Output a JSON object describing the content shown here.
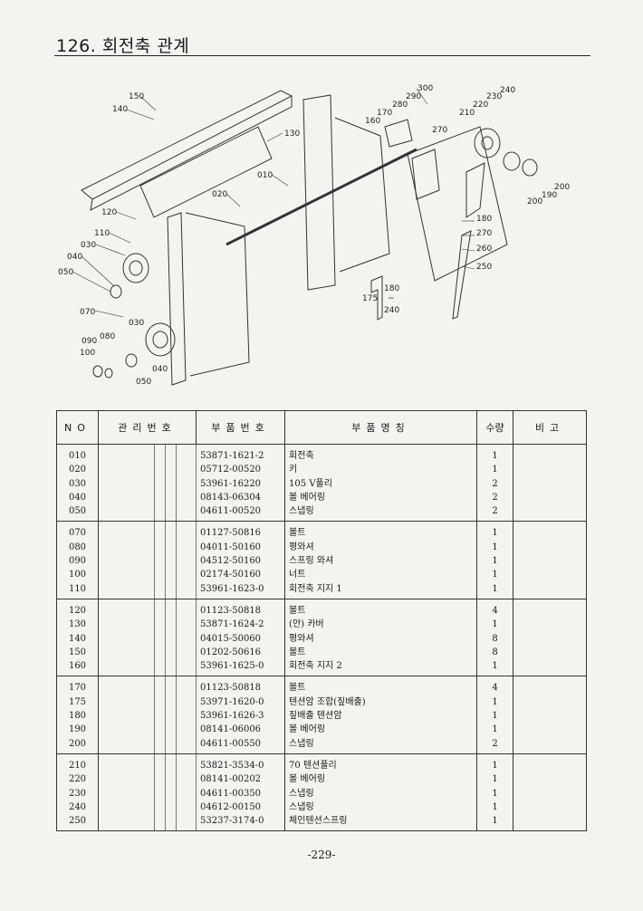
{
  "header": {
    "title": "126. 회전축 관계"
  },
  "diagram": {
    "callouts": [
      "150",
      "140",
      "130",
      "010",
      "020",
      "120",
      "110",
      "030",
      "040",
      "050",
      "070",
      "090",
      "080",
      "030",
      "100",
      "040",
      "050",
      "300",
      "290",
      "280",
      "170",
      "160",
      "270",
      "210",
      "220",
      "230",
      "240",
      "200",
      "190",
      "200",
      "180",
      "270",
      "260",
      "250",
      "175",
      "180",
      "~",
      "240"
    ]
  },
  "table": {
    "headers": {
      "no": "NO",
      "mgmt": "관리번호",
      "part_no": "부품번호",
      "name": "부품명칭",
      "qty": "수량",
      "remarks": "비고"
    },
    "groups": [
      [
        {
          "no": "010",
          "part": "53871-1621-2",
          "name": "회전축",
          "qty": "1"
        },
        {
          "no": "020",
          "part": "05712-00520",
          "name": "키",
          "qty": "1"
        },
        {
          "no": "030",
          "part": "53961-16220",
          "name": "105 V풀리",
          "qty": "2"
        },
        {
          "no": "040",
          "part": "08143-06304",
          "name": "볼 베어링",
          "qty": "2"
        },
        {
          "no": "050",
          "part": "04611-00520",
          "name": "스냅링",
          "qty": "2"
        }
      ],
      [
        {
          "no": "070",
          "part": "01127-50816",
          "name": "볼트",
          "qty": "1"
        },
        {
          "no": "080",
          "part": "04011-50160",
          "name": "평와셔",
          "qty": "1"
        },
        {
          "no": "090",
          "part": "04512-50160",
          "name": "스프링 와셔",
          "qty": "1"
        },
        {
          "no": "100",
          "part": "02174-50160",
          "name": "너트",
          "qty": "1"
        },
        {
          "no": "110",
          "part": "53961-1623-0",
          "name": "회전축 지지 1",
          "qty": "1"
        }
      ],
      [
        {
          "no": "120",
          "part": "01123-50818",
          "name": "볼트",
          "qty": "4"
        },
        {
          "no": "130",
          "part": "53871-1624-2",
          "name": "(안) 카버",
          "qty": "1"
        },
        {
          "no": "140",
          "part": "04015-50060",
          "name": "평와셔",
          "qty": "8"
        },
        {
          "no": "150",
          "part": "01202-50616",
          "name": "볼트",
          "qty": "8"
        },
        {
          "no": "160",
          "part": "53961-1625-0",
          "name": "회전축 지지 2",
          "qty": "1"
        }
      ],
      [
        {
          "no": "170",
          "part": "01123-50818",
          "name": "볼트",
          "qty": "4"
        },
        {
          "no": "175",
          "part": "53971-1620-0",
          "name": "텐션암 조합(짚배출)",
          "qty": "1"
        },
        {
          "no": "180",
          "part": "53961-1626-3",
          "name": "짚배출 텐션암",
          "qty": "1"
        },
        {
          "no": "190",
          "part": "08141-06006",
          "name": "볼 베어링",
          "qty": "1"
        },
        {
          "no": "200",
          "part": "04611-00550",
          "name": "스냅링",
          "qty": "2"
        }
      ],
      [
        {
          "no": "210",
          "part": "53821-3534-0",
          "name": "70 텐션풀리",
          "qty": "1"
        },
        {
          "no": "220",
          "part": "08141-00202",
          "name": "볼 베어링",
          "qty": "1"
        },
        {
          "no": "230",
          "part": "04611-00350",
          "name": "스냅링",
          "qty": "1"
        },
        {
          "no": "240",
          "part": "04612-00150",
          "name": "스냅링",
          "qty": "1"
        },
        {
          "no": "250",
          "part": "53237-3174-0",
          "name": "체인텐션스프링",
          "qty": "1"
        }
      ]
    ]
  },
  "footer": {
    "page_number": "-229-"
  }
}
